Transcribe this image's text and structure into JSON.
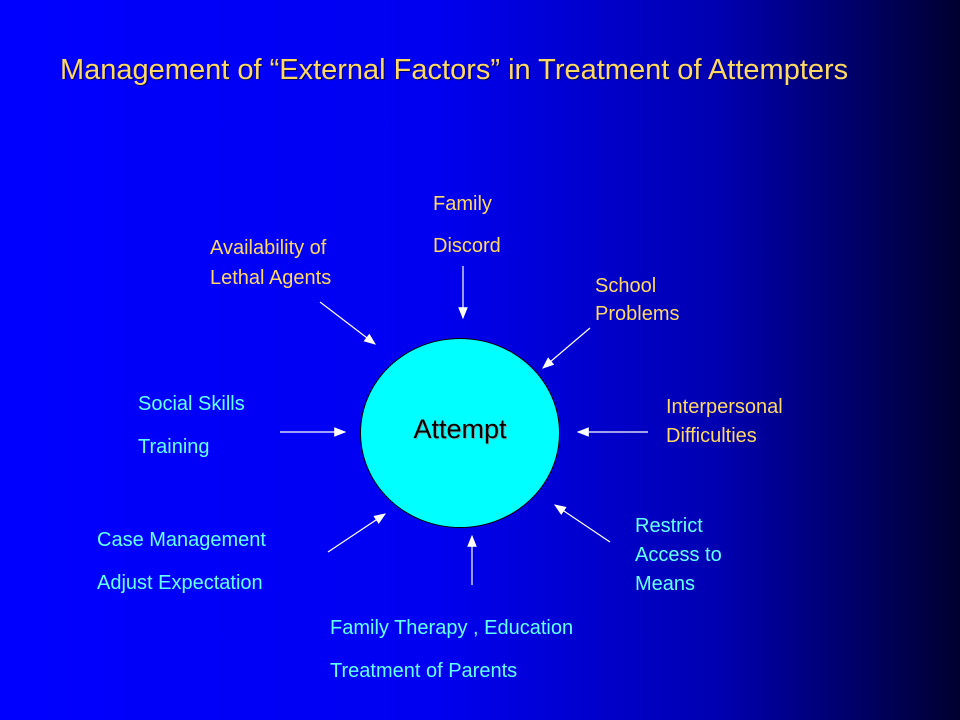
{
  "title": "Management of “External Factors” in Treatment of Attempters",
  "center": "Attempt",
  "colors": {
    "risk": "#ffd966",
    "intervention": "#66ffff",
    "circle": "#00ffff"
  },
  "factors": {
    "family_discord": [
      "Family",
      "Discord"
    ],
    "lethal_agents": [
      "Availability of",
      "Lethal Agents"
    ],
    "school_problems": [
      "School",
      "Problems"
    ],
    "interpersonal": [
      "Interpersonal",
      "Difficulties"
    ]
  },
  "interventions": {
    "social_skills": [
      "Social Skills",
      "Training"
    ],
    "case_management": [
      "Case Management",
      "Adjust Expectation"
    ],
    "family_therapy": [
      "Family Therapy , Education",
      "Treatment of Parents"
    ],
    "restrict_access": [
      "Restrict",
      "Access to",
      "Means"
    ]
  }
}
